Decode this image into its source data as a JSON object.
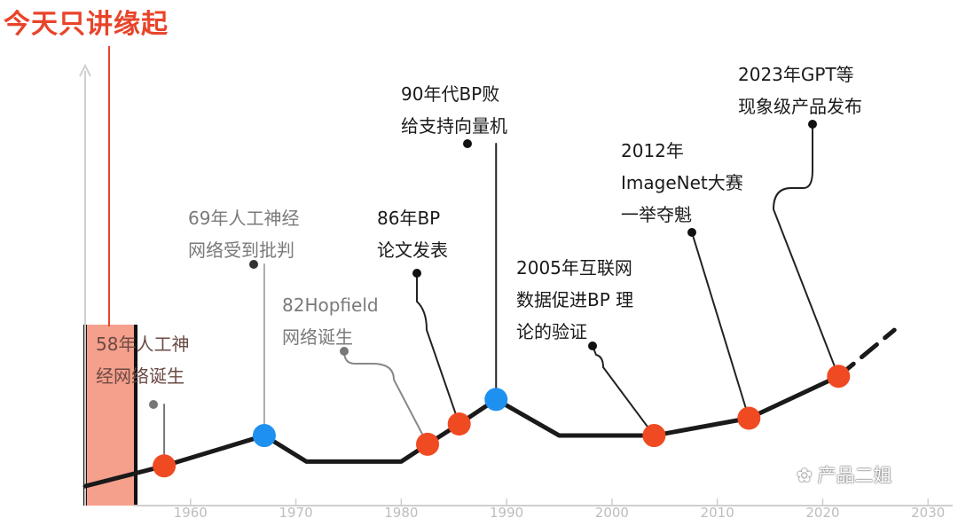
{
  "title": "今天只讲缘起",
  "colors": {
    "accent": "#e8442a",
    "point_red": "#f04a22",
    "point_blue": "#1e90f0",
    "line": "#1a1a1a",
    "highlight_band": "#f5a08c"
  },
  "chart_data": {
    "type": "line",
    "title": "今天只讲缘起",
    "xlabel": "",
    "ylabel": "",
    "x_ticks": [
      "1960",
      "1970",
      "1980",
      "1990",
      "2000",
      "2010",
      "2020",
      "2030"
    ],
    "xlim": [
      1950,
      2032
    ],
    "ylim": [
      0,
      10
    ],
    "series": [
      {
        "x": [
          1950,
          1957.5,
          1967,
          1971,
          1980,
          1982.5,
          1985.5,
          1989,
          1995,
          2004,
          2013,
          2021.5
        ],
        "y": [
          0.3,
          1.7,
          3.8,
          2.0,
          2.0,
          3.2,
          4.6,
          6.3,
          3.8,
          3.8,
          5.0,
          7.9
        ]
      }
    ],
    "projection": {
      "x": [
        2021.5,
        2026.8
      ],
      "y": [
        7.9,
        11.1
      ],
      "style": "dashed"
    },
    "highlight_band": {
      "x_start": 1950,
      "x_end": 1954.8
    },
    "events": [
      {
        "x": 1957.5,
        "y": 1.7,
        "color": "red",
        "lines": [
          "58年人工神",
          "经网络诞生"
        ]
      },
      {
        "x": 1967,
        "y": 3.8,
        "color": "blue",
        "lines": [
          "69年人工神经",
          "网络受到批判"
        ]
      },
      {
        "x": 1982.5,
        "y": 3.2,
        "color": "red",
        "lines": [
          "82Hopfield",
          "网络诞生"
        ]
      },
      {
        "x": 1985.5,
        "y": 4.6,
        "color": "red",
        "lines": [
          "86年BP",
          "论文发表"
        ]
      },
      {
        "x": 1989,
        "y": 6.3,
        "color": "blue",
        "lines": [
          "90年代BP败",
          "给支持向量机"
        ]
      },
      {
        "x": 2004,
        "y": 3.8,
        "color": "red",
        "lines": [
          "2005年互联网",
          "数据促进BP 理",
          "论的验证"
        ]
      },
      {
        "x": 2013,
        "y": 5.0,
        "color": "red",
        "lines": [
          "2012年",
          "ImageNet大赛",
          "一举夺魁"
        ]
      },
      {
        "x": 2021.5,
        "y": 7.9,
        "color": "red",
        "lines": [
          "2023年GPT等",
          "现象级产品发布"
        ]
      }
    ]
  },
  "watermark": {
    "icon": "wechat-icon",
    "text": "产品二姐"
  }
}
